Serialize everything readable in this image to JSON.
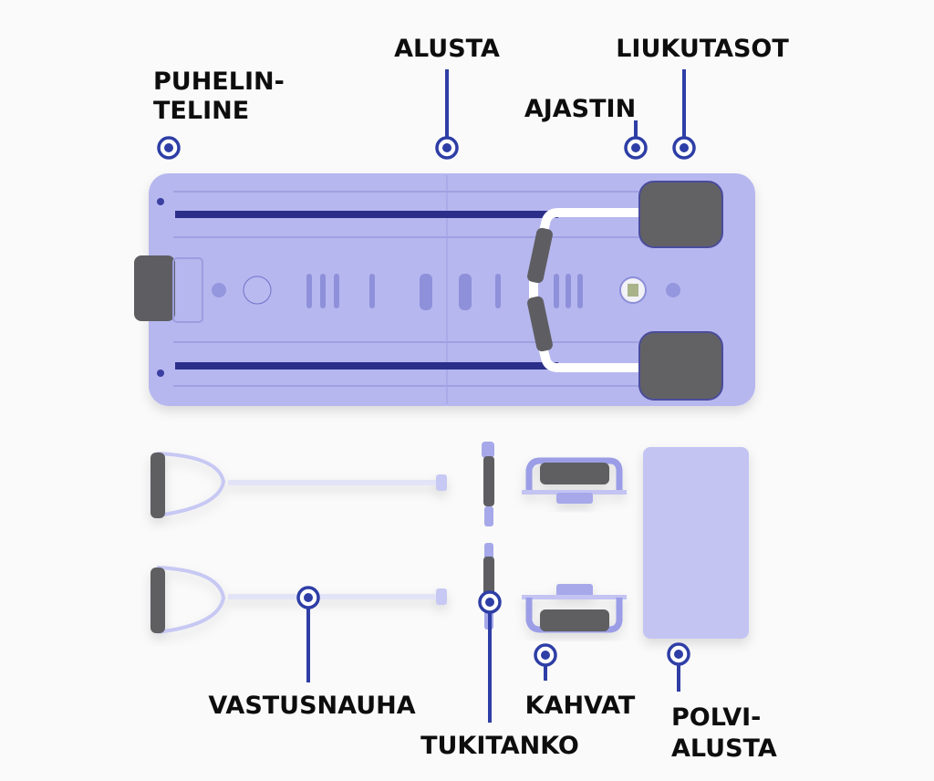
{
  "labels": {
    "phone_holder": [
      "PUHELIN-",
      "TELINE"
    ],
    "base": "ALUSTA",
    "timer": "AJASTIN",
    "sliders": "LIUKUTASOT",
    "resistance_band": "VASTUSNAUHA",
    "support_bar": "TUKITANKO",
    "handles": "KAHVAT",
    "knee_pad": [
      "POLVI-",
      "ALUSTA"
    ]
  },
  "colors": {
    "marker": "#2e3ea6",
    "board": "#b6b7ef",
    "board_dark": "#8f91dc",
    "grip": "#5e5e62",
    "pad": "#c3c4f2"
  }
}
